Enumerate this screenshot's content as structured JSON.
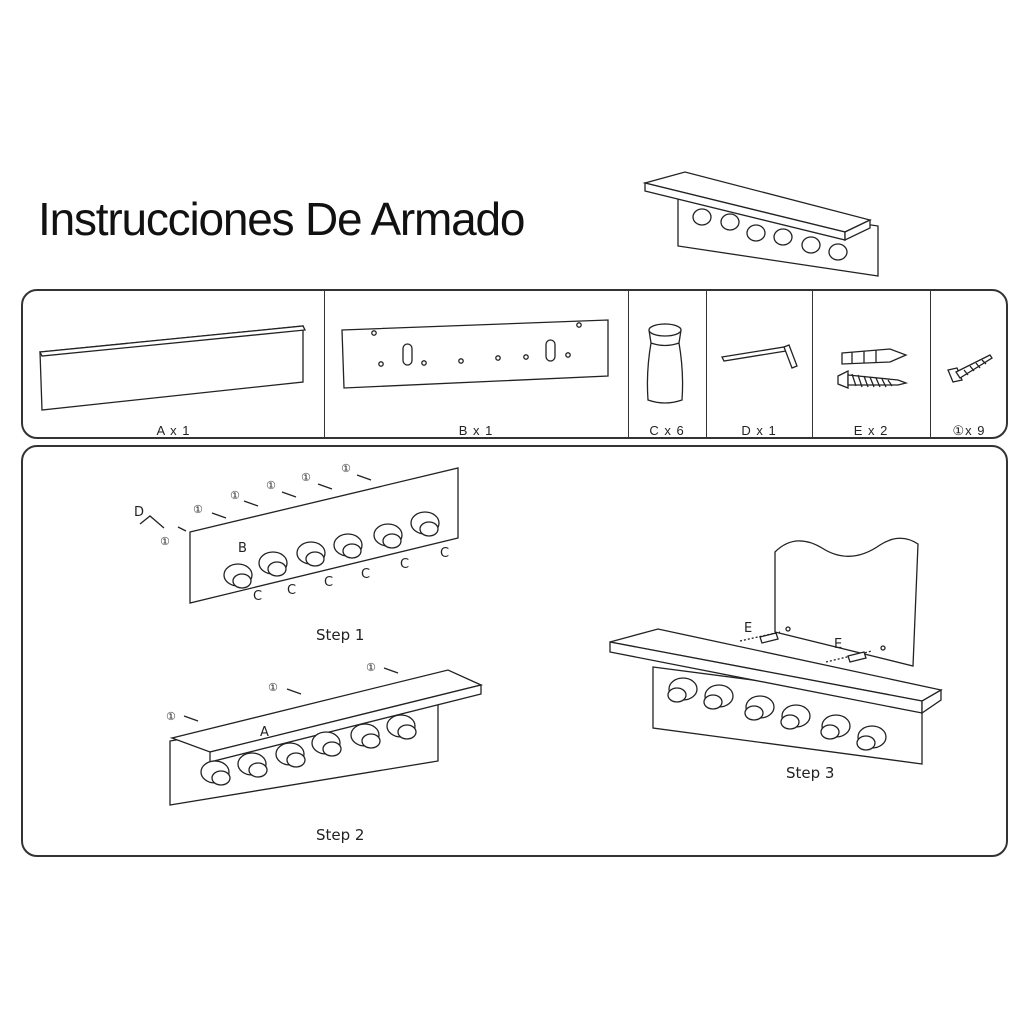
{
  "title": "Instrucciones De Armado",
  "parts": [
    {
      "label": "A x 1"
    },
    {
      "label": "B x 1"
    },
    {
      "label": "C x 6"
    },
    {
      "label": "D x 1"
    },
    {
      "label": "E x 2"
    },
    {
      "label": "①x 9"
    }
  ],
  "steps": [
    {
      "label": "Step 1"
    },
    {
      "label": "Step 2"
    },
    {
      "label": "Step 3"
    }
  ],
  "callouts": {
    "A": "A",
    "B": "B",
    "C": "C",
    "D": "D",
    "E": "E",
    "screw": "①"
  }
}
